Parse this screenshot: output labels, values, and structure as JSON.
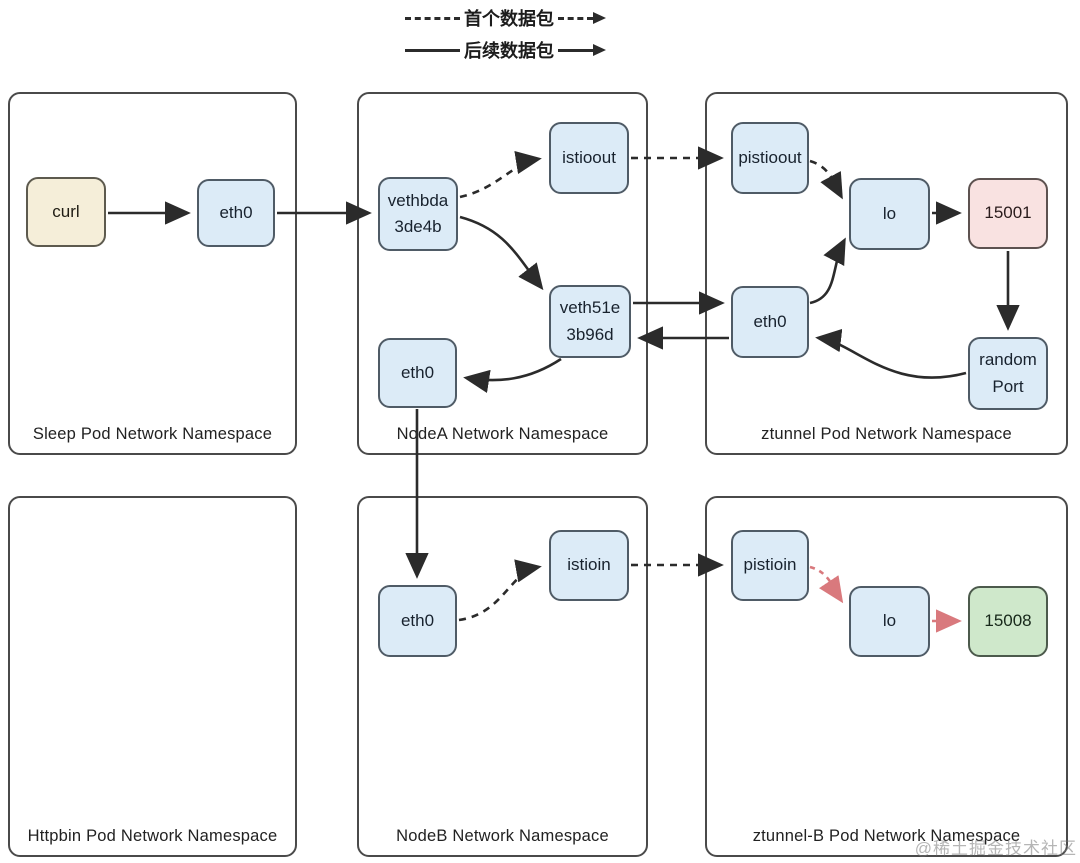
{
  "legend": {
    "first_packet_label": "首个数据包",
    "subsequent_packet_label": "后续数据包"
  },
  "panels": {
    "sleep": {
      "label": "Sleep Pod Network Namespace"
    },
    "nodea": {
      "label": "NodeA Network Namespace"
    },
    "ztunnel": {
      "label": "ztunnel Pod Network Namespace"
    },
    "httpbin": {
      "label": "Httpbin Pod Network Namespace"
    },
    "nodeb": {
      "label": "NodeB Network Namespace"
    },
    "ztunnelb": {
      "label": "ztunnel-B Pod Network Namespace"
    }
  },
  "nodes": {
    "curl": "curl",
    "eth0_sleep": "eth0",
    "vethbda": "vethbda\n3de4b",
    "istioout": "istioout",
    "veth51e": "veth51e\n3b96d",
    "eth0_nodea": "eth0",
    "pistioout": "pistioout",
    "lo_ztunnel": "lo",
    "port15001": "15001",
    "eth0_ztunnel": "eth0",
    "random_port": "random\nPort",
    "eth0_nodeb": "eth0",
    "istioin": "istioin",
    "pistioin": "pistioin",
    "lo_ztunnelb": "lo",
    "port15008": "15008"
  },
  "watermark": "@稀土掘金技术社区",
  "colors": {
    "box_blue": "#dcebf7",
    "box_tan": "#f5eed9",
    "box_pink": "#f9e2e1",
    "box_green": "#cfe8cb",
    "arrow_black": "#2b2b2b",
    "arrow_red": "#d9797d"
  }
}
